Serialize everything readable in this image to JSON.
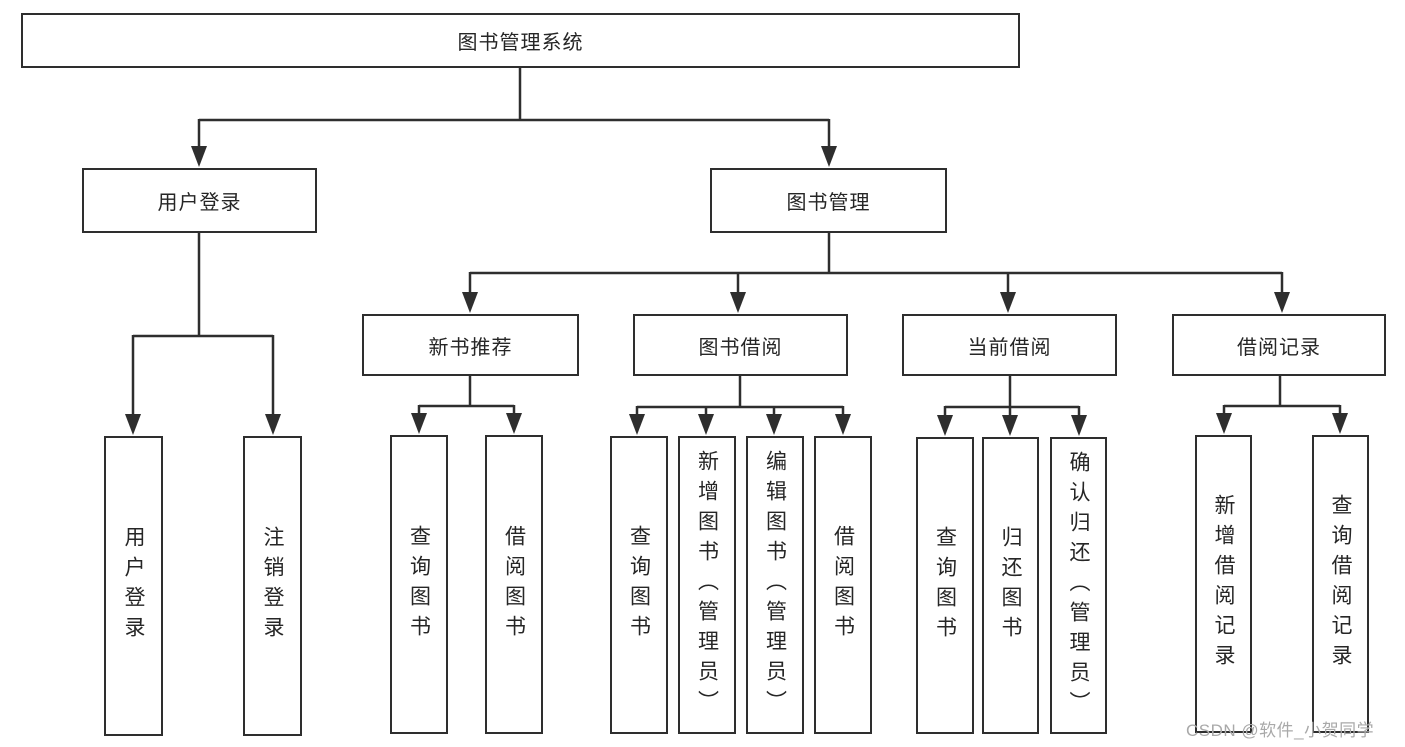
{
  "tree": {
    "root": {
      "label": "图书管理系统"
    },
    "user_login": {
      "label": "用户登录",
      "children": [
        "用户登录",
        "注销登录"
      ]
    },
    "book_management": {
      "label": "图书管理"
    },
    "new_books": {
      "label": "新书推荐",
      "children": [
        "查询图书",
        "借阅图书"
      ]
    },
    "borrowing": {
      "label": "图书借阅",
      "children": [
        "查询图书",
        "新增图书（管理员）",
        "编辑图书（管理员）",
        "借阅图书"
      ]
    },
    "current": {
      "label": "当前借阅",
      "children": [
        "查询图书",
        "归还图书",
        "确认归还（管理员）"
      ]
    },
    "records": {
      "label": "借阅记录",
      "children": [
        "新增借阅记录",
        "查询借阅记录"
      ]
    }
  },
  "watermark": "CSDN @软件_小贺同学",
  "colors": {
    "line": "#2e2e2e",
    "text": "#262626",
    "box_fill": "#ffffff",
    "background": "#ffffff",
    "watermark": "#a9a9a9"
  }
}
